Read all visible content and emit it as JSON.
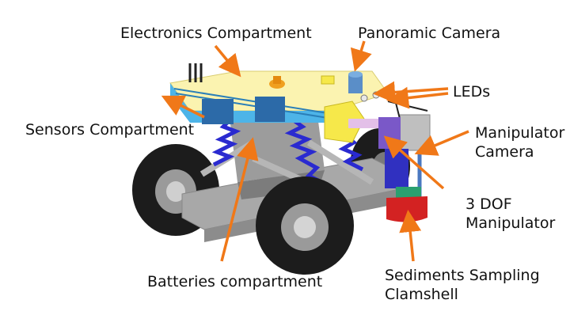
{
  "labels": {
    "electronics": "Electronics Compartment",
    "panoramic": "Panoramic Camera",
    "leds": "LEDs",
    "sensors": "Sensors Compartment",
    "manip_camera": [
      "Manipulator",
      "Camera"
    ],
    "manipulator": [
      "3 DOF",
      "Manipulator"
    ],
    "batteries": "Batteries compartment",
    "sediments": [
      "Sediments Sampling",
      "Clamshell"
    ]
  },
  "colors": {
    "arrow": "#f07818",
    "chassis": "#a8a8a8",
    "top_deck": "#fbf3b0",
    "sensor_band": "#4db4e8",
    "spring": "#2a2ad0",
    "tire": "#1c1c1c",
    "clamshell": "#d32222",
    "manip_arm": "#7a58c8",
    "camera_box": "#bfbfbf",
    "yellow_box": "#f6e84a",
    "knob": "#f0a020",
    "pano_cam": "#5a8ec8"
  }
}
